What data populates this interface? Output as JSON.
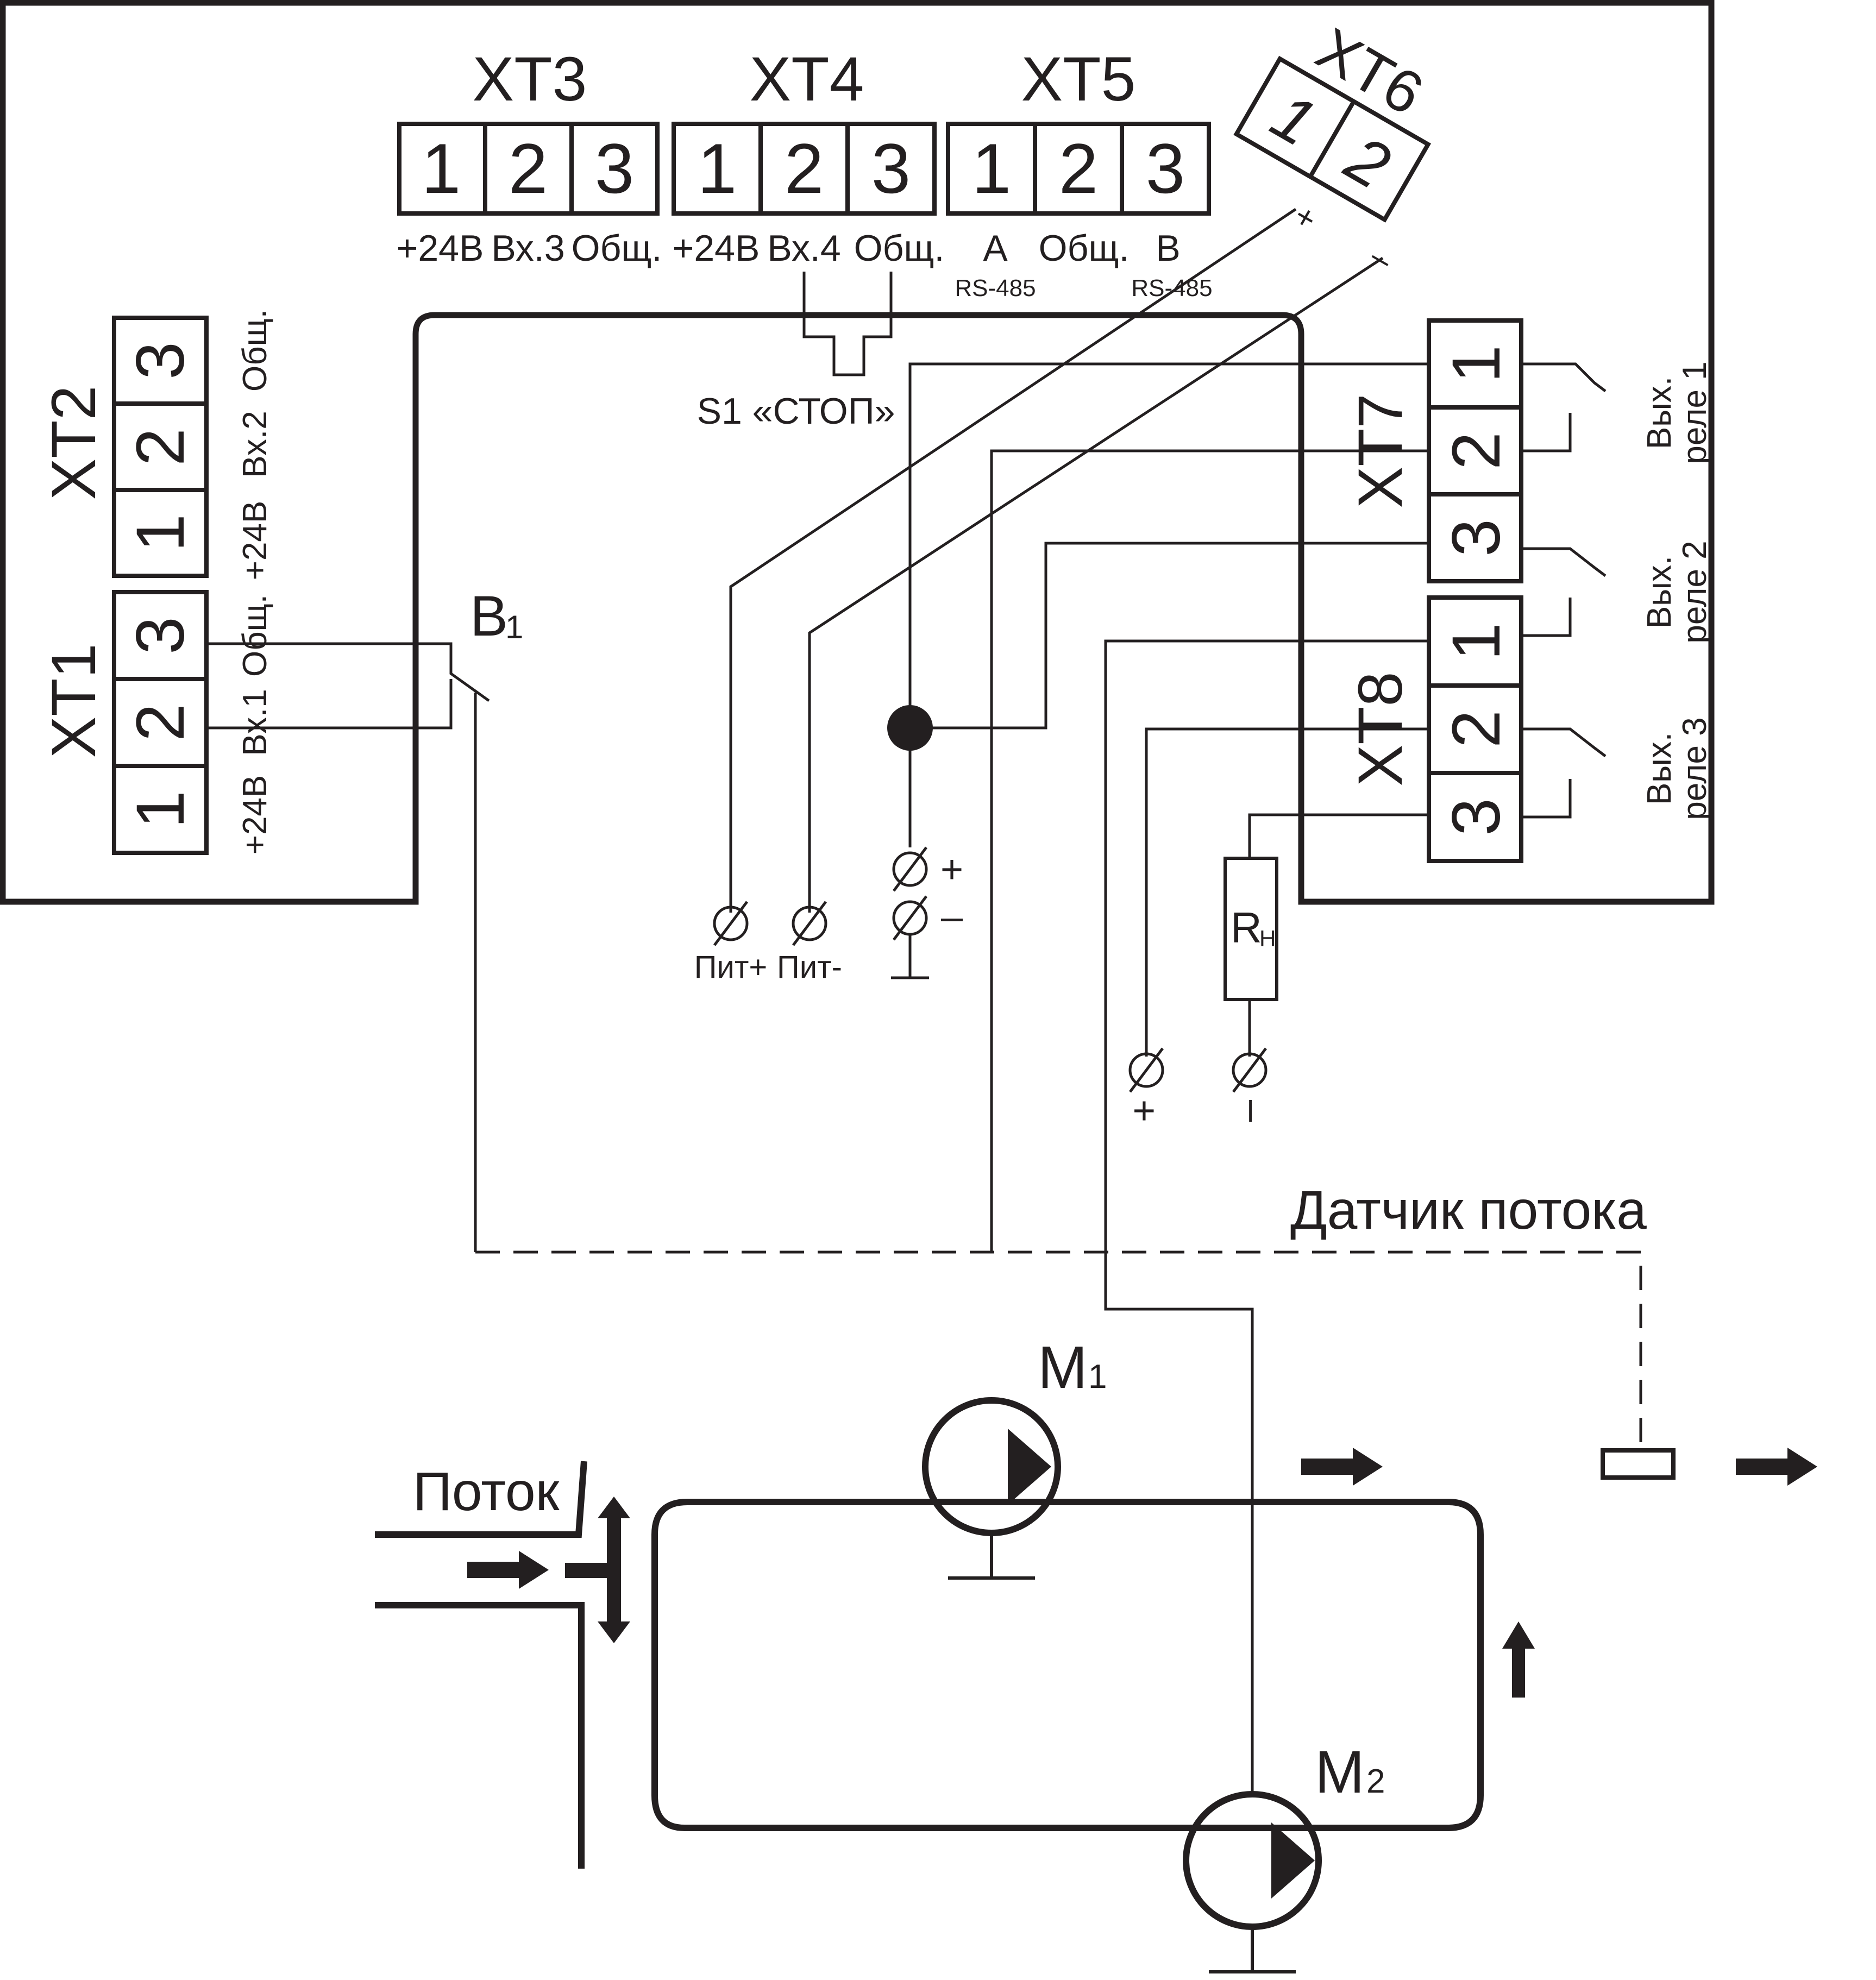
{
  "terminals": {
    "xt1": {
      "label": "XT1",
      "pins": [
        "1",
        "2",
        "3"
      ],
      "signals": [
        "+24В",
        "Вх.1",
        "Общ."
      ]
    },
    "xt2": {
      "label": "XT2",
      "pins": [
        "1",
        "2",
        "3"
      ],
      "signals": [
        "+24В",
        "Вх.2",
        "Общ."
      ]
    },
    "xt3": {
      "label": "XT3",
      "pins": [
        "1",
        "2",
        "3"
      ],
      "signals": [
        "+24В",
        "Вх.3",
        "Общ."
      ]
    },
    "xt4": {
      "label": "XT4",
      "pins": [
        "1",
        "2",
        "3"
      ],
      "signals": [
        "+24В",
        "Вх.4",
        "Общ."
      ]
    },
    "xt5": {
      "label": "XT5",
      "pins": [
        "1",
        "2",
        "3"
      ],
      "signals": [
        "A",
        "Общ.",
        "B"
      ],
      "sub": "RS-485"
    },
    "xt6": {
      "label": "XT6",
      "pins": [
        "1",
        "2"
      ],
      "plus": "+",
      "minus": "–"
    },
    "xt7": {
      "label": "XT7",
      "pins": [
        "1",
        "2",
        "3"
      ]
    },
    "xt8": {
      "label": "XT8",
      "pins": [
        "1",
        "2",
        "3"
      ]
    }
  },
  "relays": {
    "r1": [
      "Вых.",
      "реле 1"
    ],
    "r2": [
      "Вых.",
      "реле 2"
    ],
    "r3": [
      "Вых.",
      "реле 3"
    ]
  },
  "labels": {
    "switch_s1": "S1 «СТОП»",
    "b1": "B",
    "b1_sub": "1",
    "pit_plus": "Пит+",
    "pit_minus": "Пит-",
    "plus": "+",
    "minus": "–",
    "rn": "R",
    "rn_sub": "Н",
    "flow_sensor": "Датчик потока",
    "flow": "Поток",
    "m1": "M",
    "m1_sub": "1",
    "m2": "M",
    "m2_sub": "2"
  }
}
